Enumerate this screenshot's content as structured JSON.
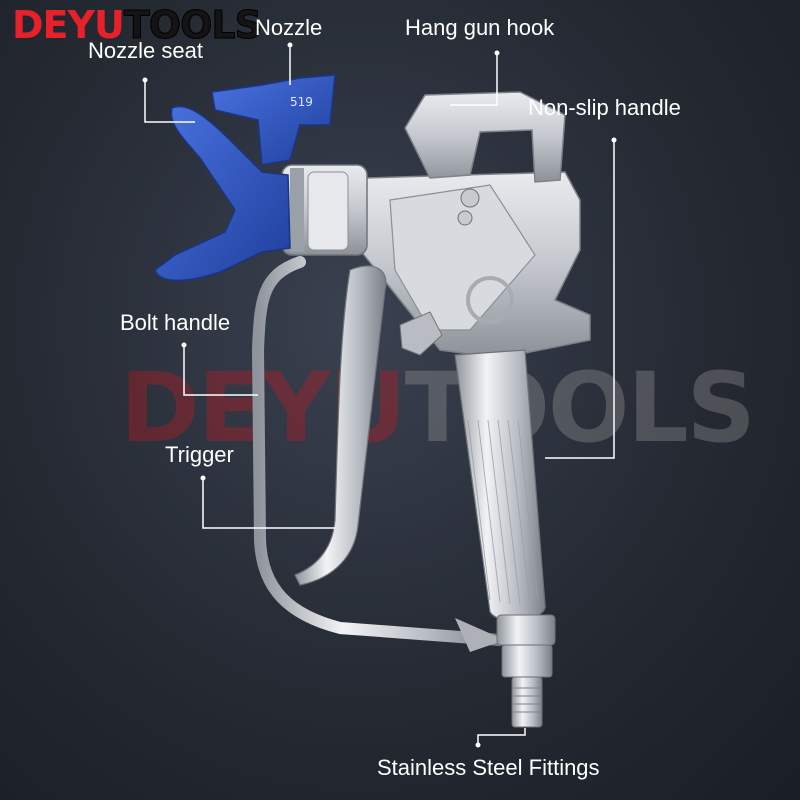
{
  "brand": {
    "part1": "DEYU",
    "part2": "TOOLS"
  },
  "watermark": {
    "part1": "DEYU",
    "part2": "TOOLS"
  },
  "labels": {
    "nozzle_seat": "Nozzle seat",
    "nozzle": "Nozzle",
    "hang_gun_hook": "Hang gun hook",
    "non_slip_handle": "Non-slip handle",
    "bolt_handle": "Bolt handle",
    "trigger": "Trigger",
    "stainless_steel_fittings": "Stainless Steel Fittings"
  },
  "nozzle_number": "519",
  "colors": {
    "background": "#252a33",
    "nozzle_blue": "#2e58c8",
    "metal": "#c9ccd1",
    "brand_red": "#e8202a",
    "leader_line": "#ffffff"
  }
}
